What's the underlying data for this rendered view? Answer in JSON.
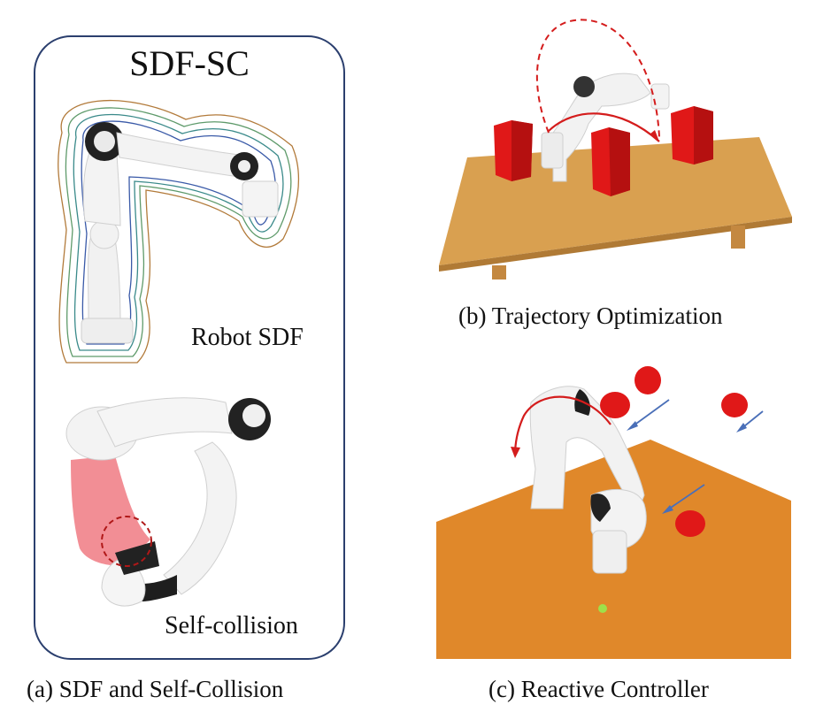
{
  "panel_a": {
    "title": "SDF-SC",
    "robot_sdf_label": "Robot SDF",
    "self_collision_label": "Self-collision",
    "caption": "(a) SDF and Self-Collision"
  },
  "panel_b": {
    "caption": "(b) Trajectory Optimization"
  },
  "panel_c": {
    "caption": "(c) Reactive Controller"
  },
  "colors": {
    "frame": "#2b3f6e",
    "table_b": "#d9a050",
    "table_c": "#e0882a",
    "obstacle_red": "#e01818",
    "trajectory_red": "#d41c1c",
    "velocity_arrow": "#4a6fb8",
    "collision_pink": "#f07a82",
    "target_green": "#9ee04a"
  }
}
